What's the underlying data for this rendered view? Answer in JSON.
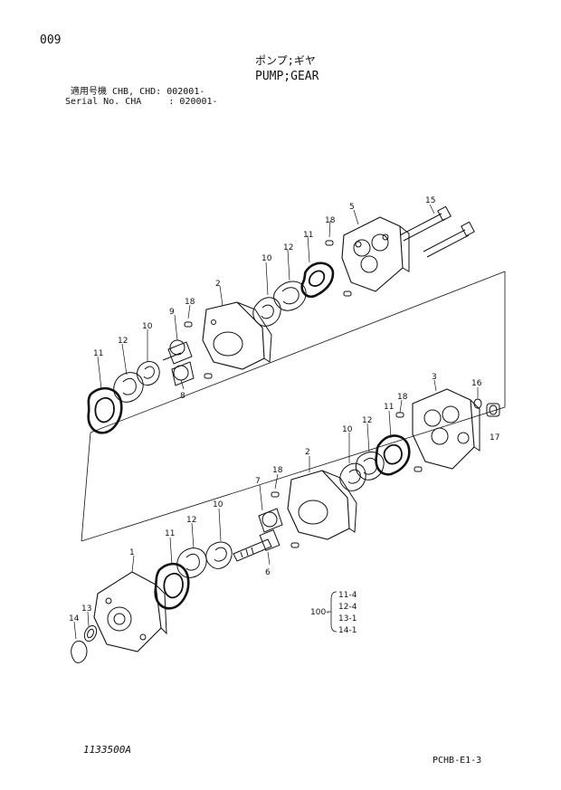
{
  "header": {
    "page_number": "009",
    "title_jp": "ポンプ;ギヤ",
    "title_en": "PUMP;GEAR",
    "serial_line1": "適用号機 CHB, CHD: 002001-",
    "serial_line2": "Serial No. CHA     : 020001-"
  },
  "part_labels": {
    "p1": "1",
    "p2a": "2",
    "p2b": "2",
    "p3": "3",
    "p5": "5",
    "p6": "6",
    "p7": "7",
    "p8": "8",
    "p9": "9",
    "p10a": "10",
    "p10b": "10",
    "p10c": "10",
    "p10d": "10",
    "p11a": "11",
    "p11b": "11",
    "p11c": "11",
    "p11d": "11",
    "p12a": "12",
    "p12b": "12",
    "p12c": "12",
    "p12d": "12",
    "p13": "13",
    "p14": "14",
    "p15": "15",
    "p16": "16",
    "p17": "17",
    "p18a": "18",
    "p18b": "18",
    "p18c": "18",
    "p18d": "18"
  },
  "kit": {
    "number": "100-",
    "items": [
      "11-4",
      "12-4",
      "13-1",
      "14-1"
    ]
  },
  "footer": {
    "drawing_number": "1133500A",
    "page_code": "PCHB-E1-3"
  }
}
